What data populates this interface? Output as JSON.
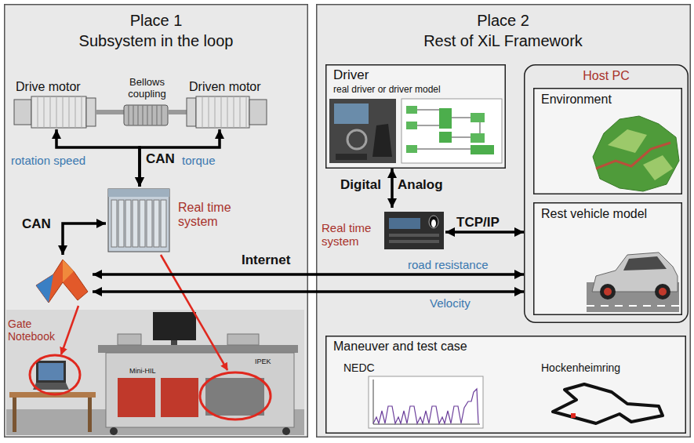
{
  "diagram": {
    "nodes": [
      {
        "text": [
          "Place 1",
          "Subsystem in the loop"
        ]
      },
      {
        "text": [
          "Place 2",
          "Rest of XiL Framework"
        ]
      },
      {
        "text": [
          "Drive motor"
        ],
        "in": 0
      },
      {
        "text": [
          "Bellows coupling"
        ],
        "in": 0
      },
      {
        "text": [
          "Driven motor"
        ],
        "in": 0
      },
      {
        "text": [
          "Real time system"
        ],
        "in": 0
      },
      {
        "text": [
          "Gate Notebook"
        ],
        "in": 0
      },
      {
        "text": [
          "Driver",
          "real driver or driver model"
        ],
        "in": 1
      },
      {
        "text": [
          "Real time system"
        ],
        "in": 1
      },
      {
        "text": [
          "Host PC"
        ],
        "in": 1
      },
      {
        "text": [
          "Environment"
        ],
        "in": 9
      },
      {
        "text": [
          "Rest vehicle model"
        ],
        "in": 9
      },
      {
        "text": [
          "Maneuver and test case"
        ],
        "in": 1
      },
      {
        "text": [
          "NEDC"
        ],
        "in": 12
      },
      {
        "text": [
          "Hockenheimring"
        ],
        "in": 12
      }
    ],
    "edges": [
      {
        "from": 5,
        "to": 2,
        "arrow": "both",
        "label": "rotation speed"
      },
      {
        "from": 5,
        "to": 4,
        "arrow": "both",
        "label": "torque"
      },
      {
        "from": 6,
        "to": 5,
        "arrow": "both",
        "label": "CAN"
      },
      {
        "from": 6,
        "to": 9,
        "arrow": "both",
        "label": "road resistance"
      },
      {
        "from": 6,
        "to": 9,
        "arrow": "both",
        "label": "Velocity"
      },
      {
        "from": 7,
        "to": 8,
        "arrow": "both",
        "label": "Digital"
      },
      {
        "from": 8,
        "to": 9,
        "arrow": "both",
        "label": "TCP/IP"
      }
    ],
    "labels": [
      "CAN",
      "Internet",
      "Analog",
      "Mini-HIL",
      "IPEK"
    ]
  }
}
